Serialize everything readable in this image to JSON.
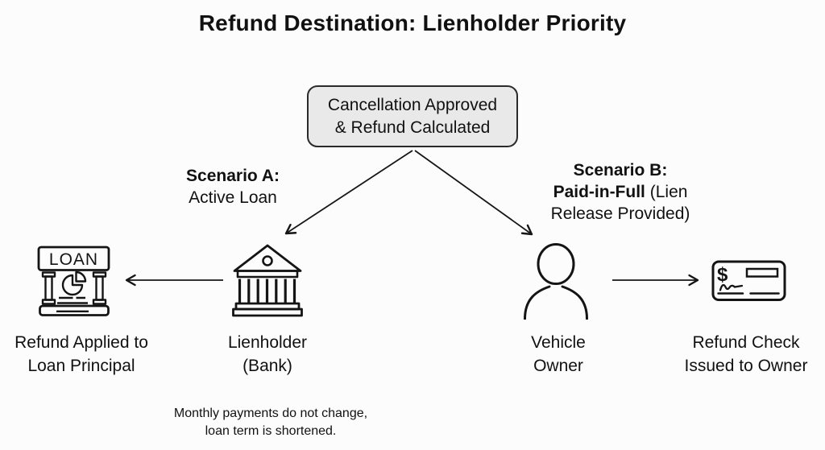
{
  "title": "Refund Destination: Lienholder Priority",
  "root_box": {
    "line1": "Cancellation Approved",
    "line2": "& Refund Calculated"
  },
  "scenarios": {
    "a": {
      "title": "Scenario A:",
      "subtitle": "Active Loan"
    },
    "b": {
      "title": "Scenario B:",
      "line2_bold": "Paid-in-Full",
      "line2_regular": " (Lien",
      "line3": "Release Provided)"
    }
  },
  "nodes": {
    "loan_principal": {
      "icon": "loan-building-icon",
      "icon_sign_text": "LOAN",
      "label_line1": "Refund Applied to",
      "label_line2": "Loan Principal"
    },
    "lienholder": {
      "icon": "bank-icon",
      "label_line1": "Lienholder",
      "label_line2": "(Bank)"
    },
    "vehicle_owner": {
      "icon": "person-icon",
      "label_line1": "Vehicle",
      "label_line2": "Owner"
    },
    "refund_check": {
      "icon": "check-icon",
      "icon_currency_symbol": "$",
      "label_line1": "Refund Check",
      "label_line2": "Issued to Owner"
    }
  },
  "footnote": {
    "line1": "Monthly payments do not change,",
    "line2": "loan term is shortened."
  },
  "colors": {
    "background": "#fcfcfc",
    "text": "#111111",
    "line": "#161616",
    "box_fill": "#e9e9e9",
    "box_border": "#2a2a2a"
  }
}
